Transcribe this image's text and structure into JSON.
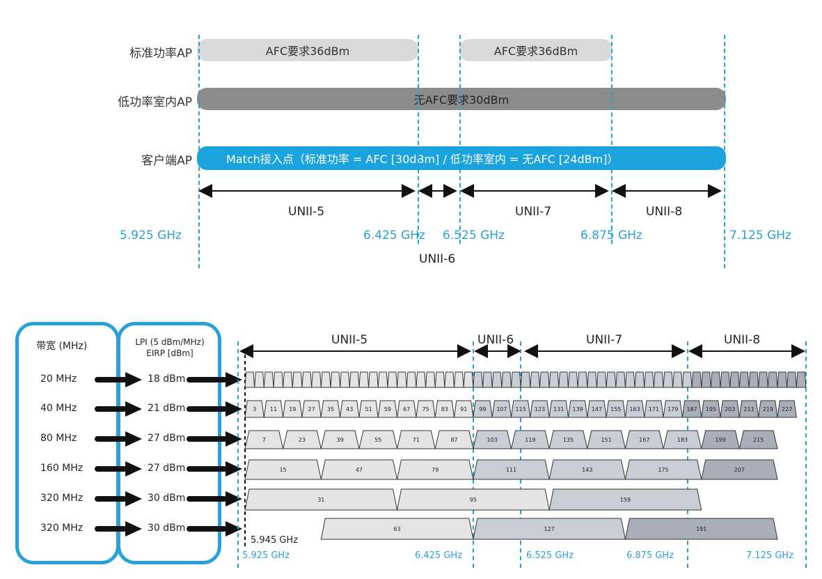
{
  "top": {
    "rows": [
      {
        "label": "标准功率AP"
      },
      {
        "label": "低功率室内AP"
      },
      {
        "label": "客户端AP"
      }
    ],
    "bars": {
      "std_a": "AFC要求36dBm",
      "std_b": "AFC要求36dBm",
      "lpi": "无AFC要求30dBm",
      "client": "Match接入点（标准功率 = AFC [30dBm] / 低功率室内 = 无AFC [24dBm]）"
    },
    "bands": {
      "unii5": "UNII-5",
      "unii6": "UNII-6",
      "unii7": "UNII-7",
      "unii8": "UNII-8"
    },
    "freqs": {
      "f1": "5.925 GHz",
      "f2": "6.425 GHz",
      "f3": "6.525 GHz",
      "f4": "6.875 GHz",
      "f5": "7.125 GHz"
    }
  },
  "bottom": {
    "header_bw": "带宽 (MHz)",
    "header_lpi_1": "LPI (5 dBm/MHz)",
    "header_lpi_2": "EIRP [dBm]",
    "rows": [
      {
        "bw": "20 MHz",
        "eirp": "18 dBm"
      },
      {
        "bw": "40 MHz",
        "eirp": "21 dBm"
      },
      {
        "bw": "80 MHz",
        "eirp": "27 dBm"
      },
      {
        "bw": "160 MHz",
        "eirp": "27 dBm"
      },
      {
        "bw": "320 MHz",
        "eirp": "30 dBm"
      },
      {
        "bw": "320 MHz",
        "eirp": "30 dBm"
      }
    ],
    "bands": {
      "unii5": "UNII-5",
      "unii6": "UNII-6",
      "unii7": "UNII-7",
      "unii8": "UNII-8"
    },
    "start_freq": "5.945 GHz",
    "freqs": {
      "f1": "5.925 GHz",
      "f2": "6.425 GHz",
      "f3": "6.525 GHz",
      "f4": "6.875 GHz",
      "f5": "7.125 GHz"
    },
    "channels": {
      "ch40": [
        "3",
        "11",
        "19",
        "27",
        "35",
        "43",
        "51",
        "59",
        "67",
        "75",
        "83",
        "91",
        "99",
        "107",
        "115",
        "123",
        "131",
        "139",
        "147",
        "155",
        "163",
        "171",
        "179",
        "187",
        "195",
        "203",
        "211",
        "219",
        "227"
      ],
      "ch80": [
        "7",
        "23",
        "39",
        "55",
        "71",
        "87",
        "103",
        "119",
        "135",
        "151",
        "167",
        "183",
        "199",
        "215"
      ],
      "ch160": [
        "15",
        "47",
        "79",
        "111",
        "143",
        "175",
        "207"
      ],
      "ch320a": [
        "31",
        "95",
        "159"
      ],
      "ch320b": [
        "63",
        "127",
        "191"
      ]
    }
  },
  "colors": {
    "accent": "#2aa0d8",
    "client_bar": "#1aa3dd",
    "lpi_bar": "#8c8c8c",
    "std_bar": "#d9d9d9"
  }
}
